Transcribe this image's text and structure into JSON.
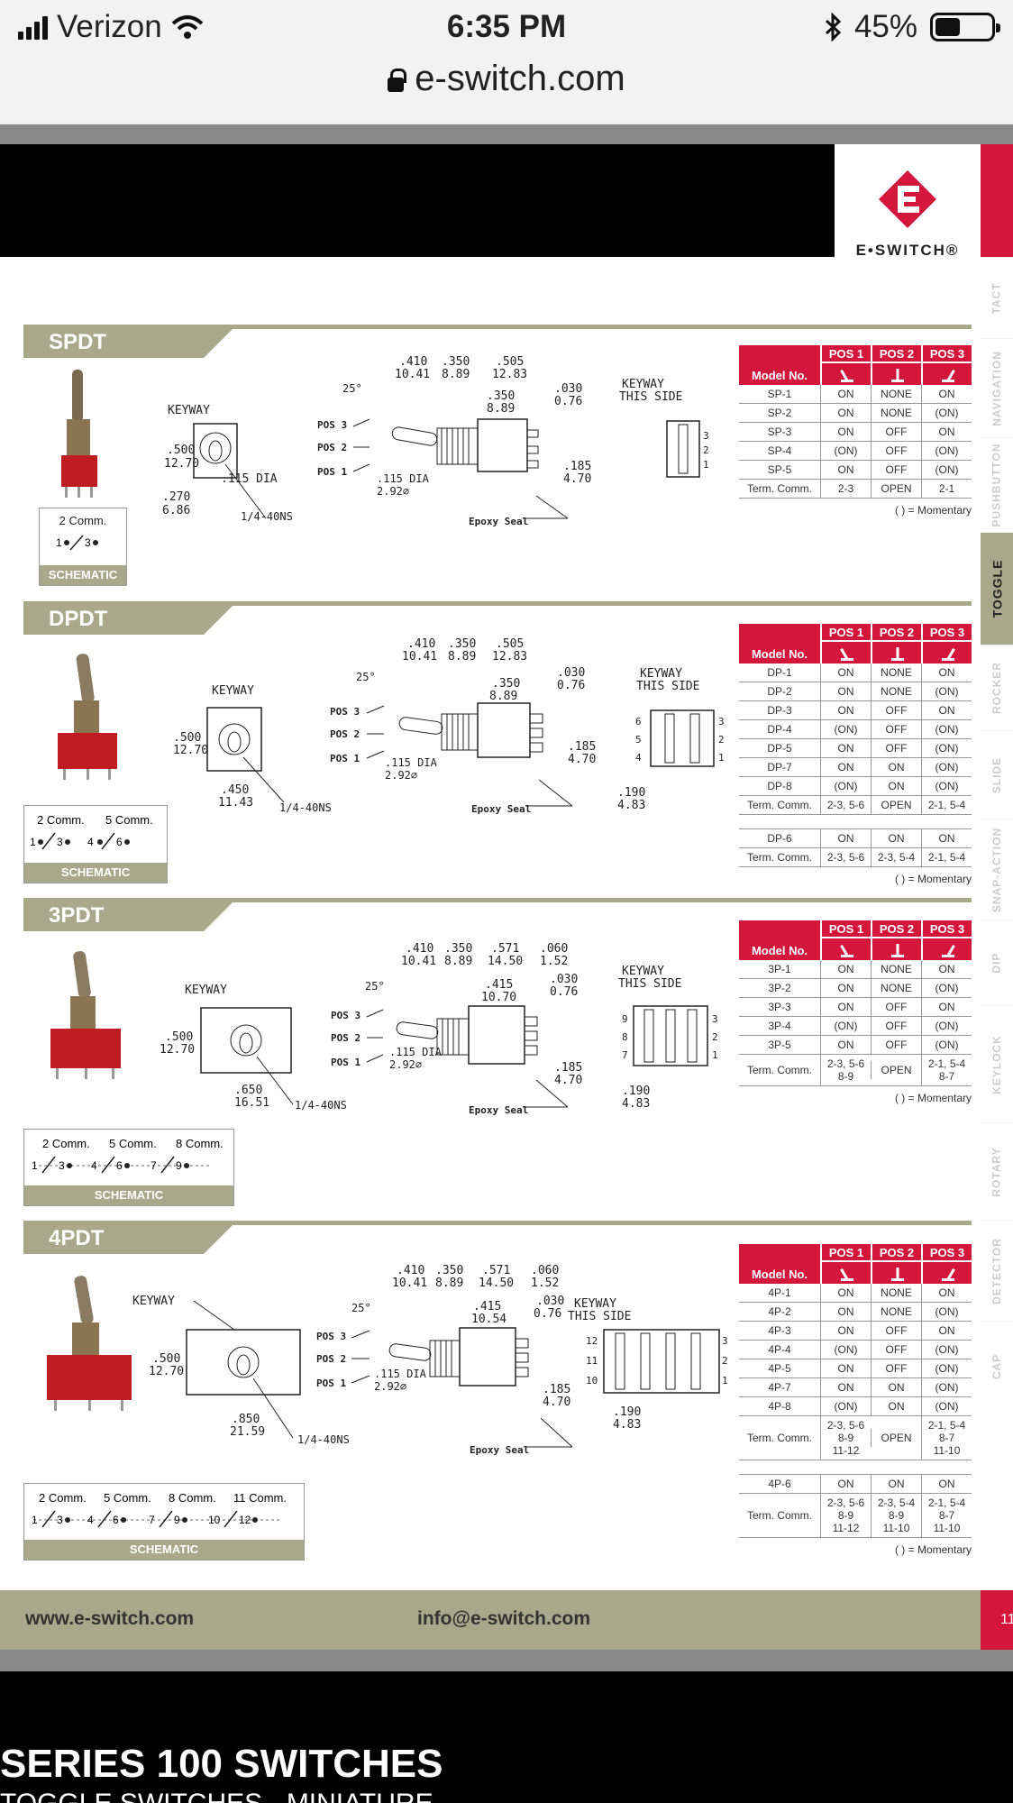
{
  "status_bar": {
    "carrier": "Verizon",
    "time": "6:35 PM",
    "battery": "45%",
    "battery_level": 0.45
  },
  "browser": {
    "url": "e-switch.com"
  },
  "brand": {
    "logo_text": "E•SWITCH®",
    "accent": "#d4163c",
    "olive": "#a7a98a"
  },
  "side_tabs": [
    {
      "label": "TACT",
      "active": false
    },
    {
      "label": "NAVIGATION",
      "active": false
    },
    {
      "label": "PUSHBUTTON",
      "active": false
    },
    {
      "label": "TOGGLE",
      "active": true
    },
    {
      "label": "ROCKER",
      "active": false
    },
    {
      "label": "SLIDE",
      "active": false
    },
    {
      "label": "SNAP-ACTION",
      "active": false
    },
    {
      "label": "DIP",
      "active": false
    },
    {
      "label": "KEYLOCK",
      "active": false
    },
    {
      "label": "ROTARY",
      "active": false
    },
    {
      "label": "DETECTOR",
      "active": false
    },
    {
      "label": "CAP",
      "active": false
    }
  ],
  "table_header": {
    "model": "Model No.",
    "pos1": "POS 1",
    "pos2": "POS 2",
    "pos3": "POS 3"
  },
  "drawing": {
    "keyway": "KEYWAY",
    "keyway_side": [
      "KEYWAY",
      "THIS SIDE"
    ],
    "thread": "1/4-40NS",
    "pos3": "POS 3",
    "pos2": "POS 2",
    "pos1": "POS 1",
    "angle": "25°",
    "dia": [
      ".115 DIA",
      "2.92⌀"
    ],
    "epoxy": "Epoxy Seal",
    "dims_a": [
      ".410",
      "10.41",
      ".350",
      "8.89",
      ".505",
      "12.83"
    ],
    "dims_b": [
      ".410",
      "10.41",
      ".350",
      "8.89",
      ".571",
      "14.50"
    ],
    "d350": [
      ".350",
      "8.89"
    ],
    "d030": [
      ".030",
      "0.76"
    ],
    "d060": [
      ".060",
      "1.52"
    ],
    "d185": [
      ".185",
      "4.70"
    ],
    "d500": [
      ".500",
      "12.70"
    ],
    "d270": [
      ".270",
      "6.86"
    ],
    "d190": [
      ".190",
      "4.83"
    ],
    "d415_3p": [
      ".415",
      "10.70"
    ],
    "d415_4p": [
      ".415",
      "10.54"
    ],
    "w450": [
      ".450",
      "11.43"
    ],
    "w650": [
      ".650",
      "16.51"
    ],
    "w850": [
      ".850",
      "21.59"
    ]
  },
  "sections": {
    "spdt": {
      "title": "SPDT",
      "schematic_label": "SCHEMATIC",
      "schematic_top": [
        "2 Comm."
      ],
      "pins_right": [
        "3",
        "2",
        "1"
      ],
      "rows": [
        [
          "SP-1",
          "ON",
          "NONE",
          "ON"
        ],
        [
          "SP-2",
          "ON",
          "NONE",
          "(ON)"
        ],
        [
          "SP-3",
          "ON",
          "OFF",
          "ON"
        ],
        [
          "SP-4",
          "(ON)",
          "OFF",
          "(ON)"
        ],
        [
          "SP-5",
          "ON",
          "OFF",
          "(ON)"
        ],
        [
          "Term. Comm.",
          "2-3",
          "OPEN",
          "2-1"
        ]
      ],
      "note": "( ) = Momentary"
    },
    "dpdt": {
      "title": "DPDT",
      "schematic_label": "SCHEMATIC",
      "schematic_top": [
        "2 Comm.",
        "5 Comm."
      ],
      "pins_left": [
        "6",
        "5",
        "4"
      ],
      "pins_right": [
        "3",
        "2",
        "1"
      ],
      "rows": [
        [
          "DP-1",
          "ON",
          "NONE",
          "ON"
        ],
        [
          "DP-2",
          "ON",
          "NONE",
          "(ON)"
        ],
        [
          "DP-3",
          "ON",
          "OFF",
          "ON"
        ],
        [
          "DP-4",
          "(ON)",
          "OFF",
          "(ON)"
        ],
        [
          "DP-5",
          "ON",
          "OFF",
          "(ON)"
        ],
        [
          "DP-7",
          "ON",
          "ON",
          "(ON)"
        ],
        [
          "DP-8",
          "(ON)",
          "ON",
          "(ON)"
        ],
        [
          "Term. Comm.",
          "2-3, 5-6",
          "OPEN",
          "2-1, 5-4"
        ]
      ],
      "rows2": [
        [
          "DP-6",
          "ON",
          "ON",
          "ON"
        ],
        [
          "Term. Comm.",
          "2-3, 5-6",
          "2-3, 5-4",
          "2-1, 5-4"
        ]
      ],
      "note": "( ) = Momentary"
    },
    "threepdt": {
      "title": "3PDT",
      "schematic_label": "SCHEMATIC",
      "schematic_top": [
        "2 Comm.",
        "5 Comm.",
        "8 Comm."
      ],
      "pins_left": [
        "9",
        "8",
        "7"
      ],
      "pins_right": [
        "3",
        "2",
        "1"
      ],
      "rows": [
        [
          "3P-1",
          "ON",
          "NONE",
          "ON"
        ],
        [
          "3P-2",
          "ON",
          "NONE",
          "(ON)"
        ],
        [
          "3P-3",
          "ON",
          "OFF",
          "ON"
        ],
        [
          "3P-4",
          "(ON)",
          "OFF",
          "(ON)"
        ],
        [
          "3P-5",
          "ON",
          "OFF",
          "(ON)"
        ],
        [
          "Term. Comm.",
          "2-3, 5-6\n8-9",
          "OPEN",
          "2-1, 5-4\n8-7"
        ]
      ],
      "note": "( ) = Momentary"
    },
    "fourpdt": {
      "title": "4PDT",
      "schematic_label": "SCHEMATIC",
      "schematic_top": [
        "2 Comm.",
        "5 Comm.",
        "8 Comm.",
        "11 Comm."
      ],
      "pins_left": [
        "12",
        "11",
        "10"
      ],
      "pins_right": [
        "3",
        "2",
        "1"
      ],
      "rows": [
        [
          "4P-1",
          "ON",
          "NONE",
          "ON"
        ],
        [
          "4P-2",
          "ON",
          "NONE",
          "(ON)"
        ],
        [
          "4P-3",
          "ON",
          "OFF",
          "ON"
        ],
        [
          "4P-4",
          "(ON)",
          "OFF",
          "(ON)"
        ],
        [
          "4P-5",
          "ON",
          "OFF",
          "(ON)"
        ],
        [
          "4P-7",
          "ON",
          "ON",
          "(ON)"
        ],
        [
          "4P-8",
          "(ON)",
          "ON",
          "(ON)"
        ],
        [
          "Term. Comm.",
          "2-3, 5-6\n8-9\n11-12",
          "OPEN",
          "2-1, 5-4\n8-7\n11-10"
        ]
      ],
      "rows2": [
        [
          "4P-6",
          "ON",
          "ON",
          "ON"
        ],
        [
          "Term. Comm.",
          "2-3, 5-6\n8-9\n11-12",
          "2-3, 5-4\n8-9\n11-10",
          "2-1, 5-4\n8-7\n11-10"
        ]
      ],
      "note": "( ) = Momentary"
    }
  },
  "footer": {
    "website": "www.e-switch.com",
    "email": "info@e-switch.com",
    "page": "11"
  },
  "page_heading": {
    "title": "SERIES 100 SWITCHES",
    "subtitle": "TOGGLE SWITCHES - MINIATURE"
  }
}
